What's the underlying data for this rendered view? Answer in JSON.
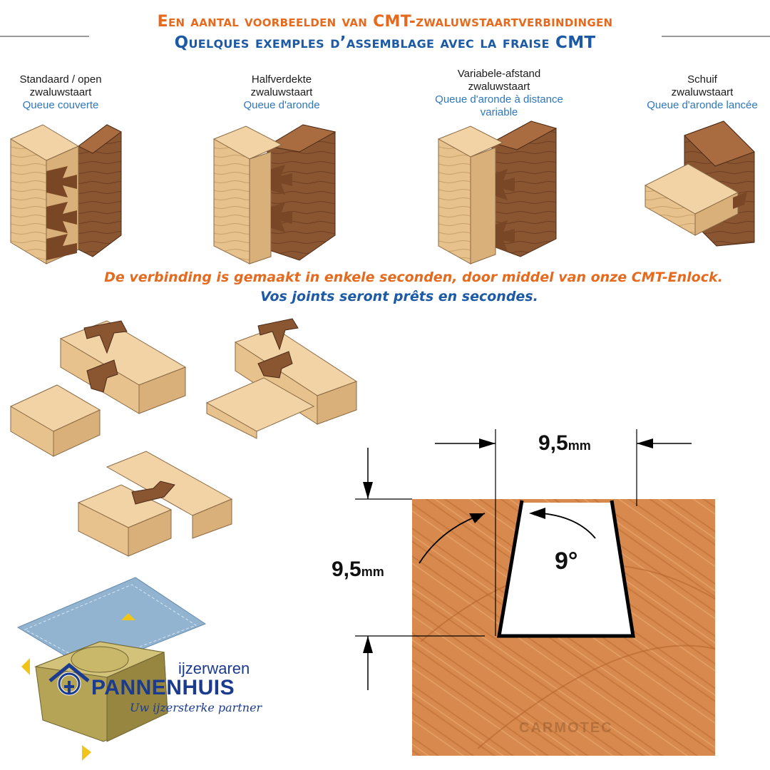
{
  "header": {
    "title_nl": "Een aantal voorbeelden van CMT-zwaluwstaartverbindingen",
    "title_fr": "Quelques exemples d’assemblage avec la fraise CMT"
  },
  "joints": [
    {
      "nl": "Standaard / open zwaluwstaart",
      "fr": "Queue couverte"
    },
    {
      "nl": "Halfverdekte zwaluwstaart",
      "fr": "Queue d'aronde"
    },
    {
      "nl": "Variabele-afstand zwaluwstaart",
      "fr": "Queue d'aronde à distance variable"
    },
    {
      "nl": "Schuif zwaluwstaart",
      "fr": "Queue d'aronde lancée"
    }
  ],
  "tagline": {
    "nl": "De verbinding is gemaakt in enkele seconden, door middel van onze CMT-Enlock.",
    "fr": "Vos joints seront prêts en secondes."
  },
  "dimensions": {
    "width_value": "9,5",
    "width_unit": "mm",
    "depth_value": "9,5",
    "depth_unit": "mm",
    "angle": "9°"
  },
  "logo": {
    "top_text": "ijzerwaren",
    "name": "PANNENHUIS",
    "slogan": "Uw ijzersterke partner"
  },
  "watermark": "CARMOTEC",
  "colors": {
    "orange": "#e56a1e",
    "blue": "#1c5aa5",
    "light_wood": "#e7c28c",
    "dark_wood": "#8a5531",
    "logo_blue": "#1a3b8f"
  }
}
